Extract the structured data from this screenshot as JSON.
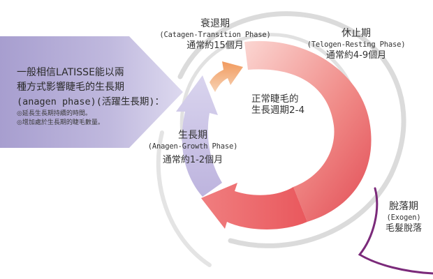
{
  "colors": {
    "callout_fill": "#b8b1d8",
    "anagen_arc": "#c6bfe2",
    "catagen_arc": "#f2b07a",
    "telogen_arc": "#e75a5e",
    "swirl_gray": "#c9c9c9",
    "exogen_line": "#7b2a7a"
  },
  "callout": {
    "line1": "一般相信LATISSE能以兩",
    "line2": "種方式影響睫毛的生長期",
    "line3": "(anagen phase)(活躍生長期)：",
    "bullet1": "◎延長生長期持續的時間。",
    "bullet2": "◎增加處於生長期的睫毛數量。"
  },
  "center": {
    "line1": "正常睫毛的",
    "line2": "生長週期2-4"
  },
  "phases": {
    "catagen": {
      "title": "衰退期",
      "english": "(Catagen-Transition Phase)",
      "duration": "通常約15個月"
    },
    "telogen": {
      "title": "休止期",
      "english": "(Telogen-Resting Phase)",
      "duration": "通常約4-9個月"
    },
    "anagen": {
      "title": "生長期",
      "english": "(Anagen-Growth Phase)",
      "duration": "通常約1-2個月"
    },
    "exogen": {
      "title": "脫落期",
      "english": "(Exogen)",
      "duration": "毛髮脫落"
    }
  }
}
